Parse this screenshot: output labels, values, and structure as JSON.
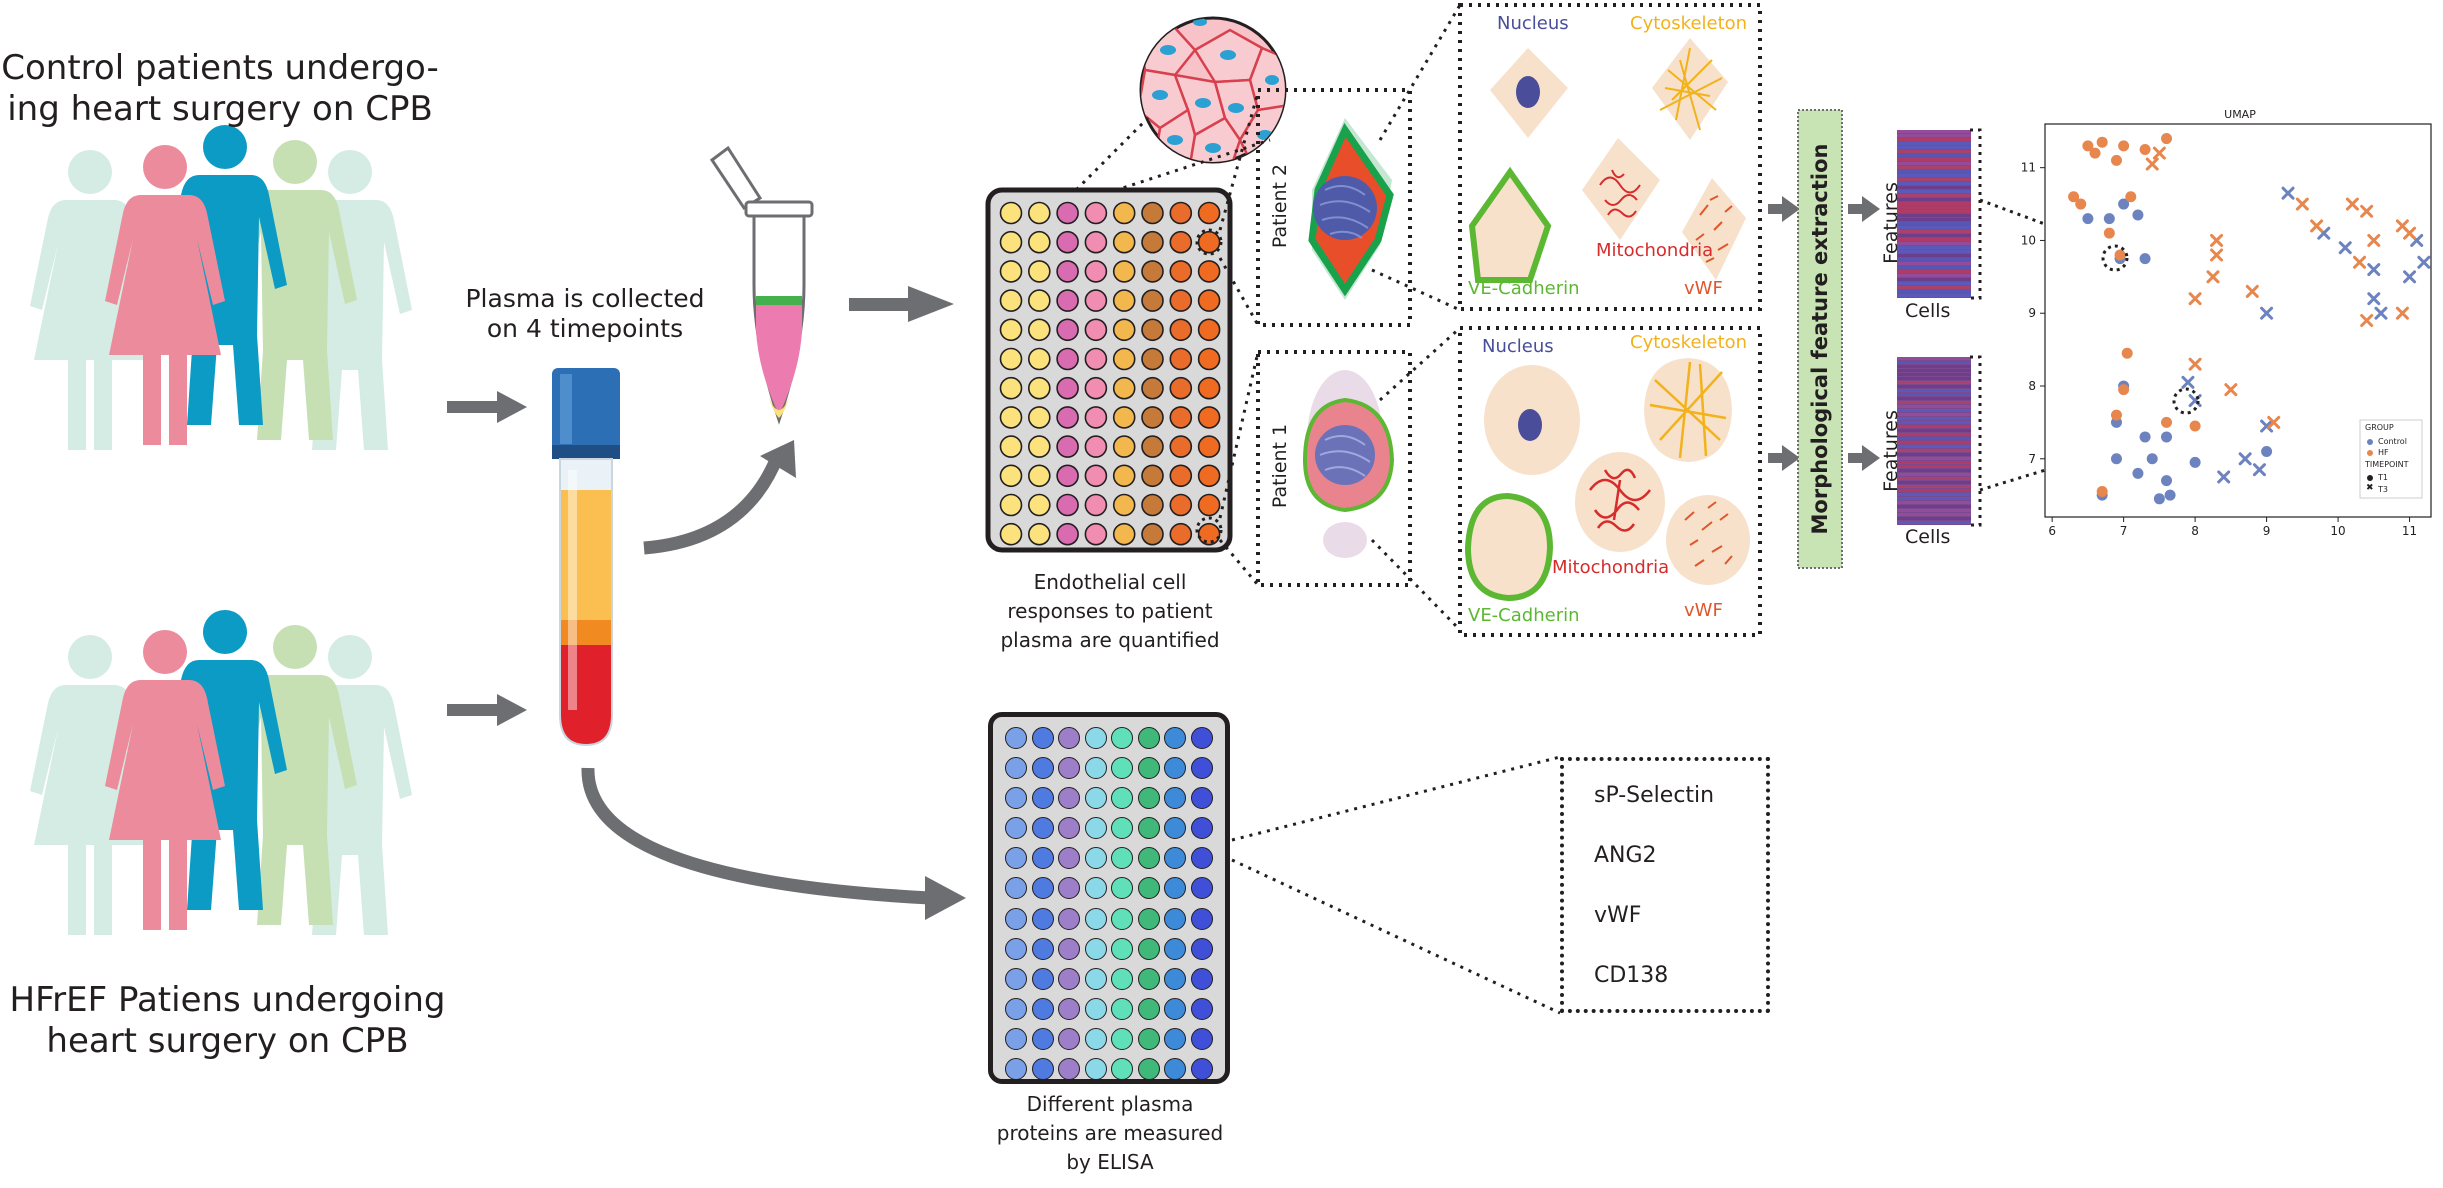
{
  "cohorts": {
    "control_line1": "Control patients undergo-",
    "control_line2": "ing heart surgery on CPB",
    "hfref_line1": "HFrEF Patiens undergoing",
    "hfref_line2": "heart surgery on CPB"
  },
  "plasma": {
    "line1": "Plasma is collected",
    "line2": "on 4 timepoints"
  },
  "endothelial": {
    "line1": "Endothelial cell",
    "line2": "responses to patient",
    "line3": "plasma are quantified"
  },
  "elisa": {
    "line1": "Different plasma",
    "line2": "proteins are measured",
    "line3": "by ELISA",
    "proteins": [
      "sP-Selectin",
      "ANG2",
      "vWF",
      "CD138"
    ]
  },
  "patients": {
    "p2": "Patient 2",
    "p1": "Patient 1"
  },
  "stains": {
    "nucleus": "Nucleus",
    "cytoskeleton": "Cytoskeleton",
    "mitochondria": "Mitochondria",
    "vecadherin": "VE-Cadherin",
    "vwf": "vWF"
  },
  "feature_box": "Morphological feature extraction",
  "matrix": {
    "features": "Features",
    "cells": "Cells"
  },
  "colors": {
    "arrow": "#6d6e71",
    "person_pink": "#ec8b9b",
    "person_blue": "#0b9bc5",
    "person_mint": "#cfe8df",
    "person_green": "#c6e0b4",
    "plate_frame": "#231f20",
    "feature_box": "#c9e4b4",
    "nucleus": "#4a4e9a",
    "cytoskeleton": "#f2b21b",
    "mitochondria": "#d62c2c",
    "vecadherin": "#5cb833",
    "vwf": "#e0562b",
    "control": "#6c83bf",
    "hf": "#e8874d"
  },
  "chart_data": {
    "type": "scatter",
    "title": "UMAP",
    "xlabel": "",
    "ylabel": "",
    "xlim": [
      5.9,
      11.3
    ],
    "ylim": [
      6.2,
      11.6
    ],
    "xticks": [
      6,
      7,
      8,
      9,
      10,
      11
    ],
    "yticks": [
      7,
      8,
      9,
      10,
      11
    ],
    "legend": {
      "position": "bottom-right",
      "group_title": "GROUP",
      "group_items": [
        "Control",
        "HF"
      ],
      "timepoint_title": "TIMEPOINT",
      "timepoint_items": [
        "T1",
        "T3"
      ]
    },
    "series": [
      {
        "name": "Control",
        "marker": "T1",
        "color": "#6c83bf",
        "points": [
          [
            6.5,
            10.3
          ],
          [
            6.8,
            10.3
          ],
          [
            7.0,
            10.5
          ],
          [
            6.95,
            9.75
          ],
          [
            7.3,
            9.75
          ],
          [
            7.2,
            10.35
          ],
          [
            6.9,
            7.5
          ],
          [
            7.3,
            7.3
          ],
          [
            7.6,
            7.3
          ],
          [
            6.9,
            7.0
          ],
          [
            7.4,
            7.0
          ],
          [
            7.6,
            6.7
          ],
          [
            7.2,
            6.8
          ],
          [
            7.5,
            6.45
          ],
          [
            7.65,
            6.5
          ],
          [
            6.7,
            6.5
          ],
          [
            8.0,
            6.95
          ],
          [
            9.0,
            7.1
          ],
          [
            7.0,
            8.0
          ]
        ]
      },
      {
        "name": "Control",
        "marker": "T3",
        "color": "#6c83bf",
        "points": [
          [
            9.3,
            10.65
          ],
          [
            9.8,
            10.1
          ],
          [
            10.5,
            9.6
          ],
          [
            10.5,
            9.2
          ],
          [
            11.0,
            9.5
          ],
          [
            11.1,
            10.0
          ],
          [
            10.6,
            9.0
          ],
          [
            9.0,
            9.0
          ],
          [
            7.9,
            8.05
          ],
          [
            8.0,
            7.8
          ],
          [
            9.0,
            7.45
          ],
          [
            8.7,
            7.0
          ],
          [
            8.9,
            6.85
          ],
          [
            8.4,
            6.75
          ],
          [
            10.1,
            9.9
          ],
          [
            11.2,
            9.7
          ]
        ]
      },
      {
        "name": "HF",
        "marker": "T1",
        "color": "#e8874d",
        "points": [
          [
            6.5,
            11.3
          ],
          [
            6.7,
            11.35
          ],
          [
            6.9,
            11.1
          ],
          [
            7.0,
            11.3
          ],
          [
            7.3,
            11.25
          ],
          [
            7.6,
            11.4
          ],
          [
            6.3,
            10.6
          ],
          [
            6.4,
            10.5
          ],
          [
            7.1,
            10.6
          ],
          [
            6.8,
            10.1
          ],
          [
            6.95,
            9.8
          ],
          [
            7.05,
            8.45
          ],
          [
            7.0,
            7.95
          ],
          [
            6.9,
            7.6
          ],
          [
            6.7,
            6.55
          ],
          [
            7.6,
            7.5
          ],
          [
            8.0,
            7.45
          ],
          [
            6.6,
            11.2
          ]
        ]
      },
      {
        "name": "HF",
        "marker": "T3",
        "color": "#e8874d",
        "points": [
          [
            7.5,
            11.2
          ],
          [
            7.4,
            11.05
          ],
          [
            8.3,
            10.0
          ],
          [
            8.3,
            9.8
          ],
          [
            8.25,
            9.5
          ],
          [
            8.0,
            9.2
          ],
          [
            8.8,
            9.3
          ],
          [
            9.5,
            10.5
          ],
          [
            9.7,
            10.2
          ],
          [
            10.2,
            10.5
          ],
          [
            10.4,
            10.4
          ],
          [
            10.5,
            10.0
          ],
          [
            10.9,
            10.2
          ],
          [
            11.0,
            10.1
          ],
          [
            10.4,
            8.9
          ],
          [
            8.0,
            8.3
          ],
          [
            8.5,
            7.95
          ],
          [
            9.1,
            7.5
          ],
          [
            10.9,
            9.0
          ],
          [
            10.3,
            9.7
          ]
        ]
      }
    ]
  }
}
